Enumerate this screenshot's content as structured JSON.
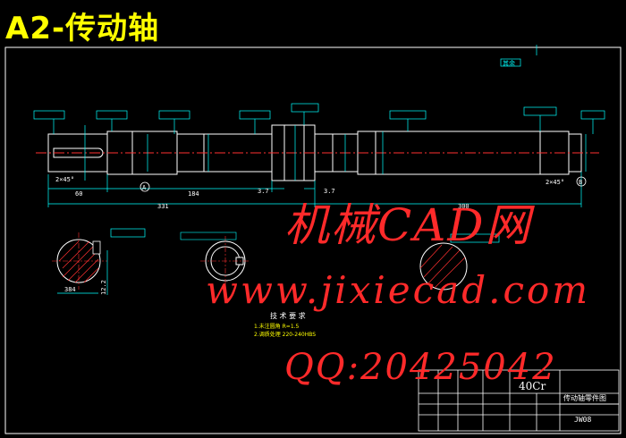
{
  "title": "A2-传动轴",
  "watermarks": {
    "site_name": "机械CAD网",
    "url": "www.jixiecad.com",
    "qq": "QQ:20425042"
  },
  "drawing": {
    "roughness_note": "其余",
    "dimensions": {
      "d60": "60",
      "d184": "184",
      "d331": "331",
      "d300": "300",
      "d37a": "3.7",
      "d37b": "3.7",
      "d384": "384",
      "d122": "12.2"
    },
    "labels": {
      "section_a": "A",
      "section_b": "B",
      "chamfer_left": "2×45°",
      "chamfer_right": "2×45°"
    },
    "tech_req": {
      "heading": "技 术 要 求",
      "line1": "1.未注圆角 R=1.5",
      "line2": "2.调质处理 220-240HBS"
    },
    "title_block": {
      "material": "40Cr",
      "part_name": "传动轴零件图",
      "drawing_no": "JW08"
    }
  },
  "colors": {
    "outline": "#ffffff",
    "dimension": "#00ffff",
    "centerline": "#ff3030",
    "hatch": "#ff3030",
    "highlight": "#ffff00",
    "watermark": "#ff2a2a",
    "background": "#000000"
  }
}
